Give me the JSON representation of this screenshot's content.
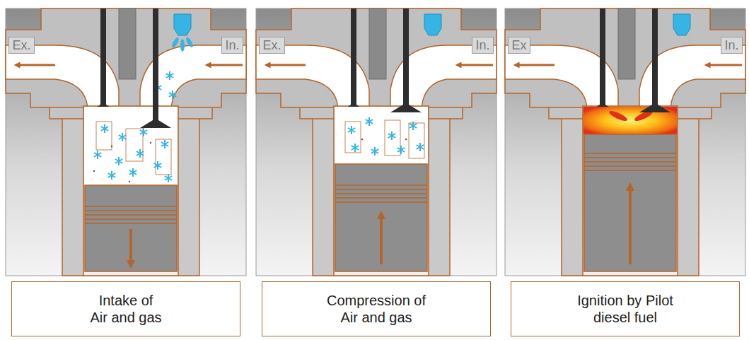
{
  "diagram": {
    "nodes": [
      {
        "text": [
          "Ex."
        ]
      },
      {
        "text": [
          "In."
        ]
      },
      {
        "text": [
          "Ex."
        ]
      },
      {
        "text": [
          "In."
        ]
      },
      {
        "text": [
          "Ex"
        ]
      },
      {
        "text": [
          "In."
        ]
      },
      {
        "text": [
          "Intake of Air and gas"
        ]
      },
      {
        "text": [
          "Compression of Air and gas"
        ]
      },
      {
        "text": [
          "Ignition by Pilot diesel fuel"
        ]
      }
    ]
  }
}
